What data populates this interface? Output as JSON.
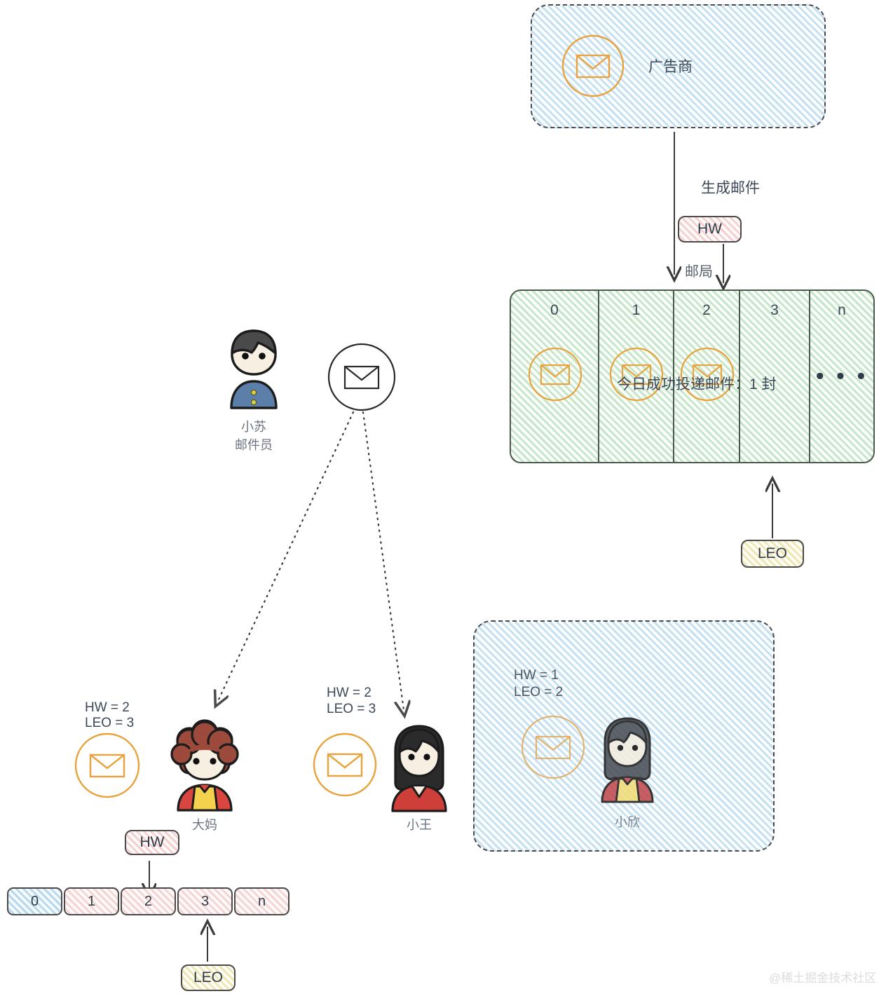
{
  "advertiser_box": {
    "label": "广告商",
    "icon": "envelope-circle-icon"
  },
  "flow": {
    "generate_label": "生成邮件",
    "post_office_label": "邮局",
    "hw_badge": "HW",
    "leo_badge": "LEO"
  },
  "post_office_array": {
    "cells": [
      {
        "index": "0",
        "has_envelope": true
      },
      {
        "index": "1",
        "has_envelope": true
      },
      {
        "index": "2",
        "has_envelope": true
      },
      {
        "index": "3",
        "has_envelope": false
      },
      {
        "index": "n",
        "has_envelope": false,
        "dots": "• • •"
      }
    ],
    "status_text": "今日成功投递邮件：1 封",
    "leo_badge": "LEO"
  },
  "mailman": {
    "name": "小苏\n邮件员",
    "envelope_icon": "envelope-circle-icon"
  },
  "recipients": [
    {
      "hw": "HW = 2",
      "leo": "LEO = 3",
      "name": "大妈"
    },
    {
      "hw": "HW = 2",
      "leo": "LEO = 3",
      "name": "小王"
    }
  ],
  "xiaoxin_box": {
    "hw": "HW = 1",
    "leo": "LEO = 2",
    "name": "小欣"
  },
  "local_array": {
    "cells": [
      {
        "index": "0",
        "color": "blue"
      },
      {
        "index": "1",
        "color": "pink"
      },
      {
        "index": "2",
        "color": "pink"
      },
      {
        "index": "3",
        "color": "pink"
      },
      {
        "index": "n",
        "color": "pink"
      }
    ],
    "hw_badge": "HW",
    "leo_badge": "LEO"
  },
  "watermark": "@稀土掘金技术社区",
  "colors": {
    "envelope_orange": "#e8a33d",
    "box_blue": "#eaf4fb",
    "array_green": "#eaf7ea",
    "badge_pink": "#fdeeee",
    "badge_yellow": "#fbf7dc",
    "cell_blue": "#ddeef8",
    "cell_pink": "#fdeff0",
    "stroke_dark": "#3c4858"
  }
}
